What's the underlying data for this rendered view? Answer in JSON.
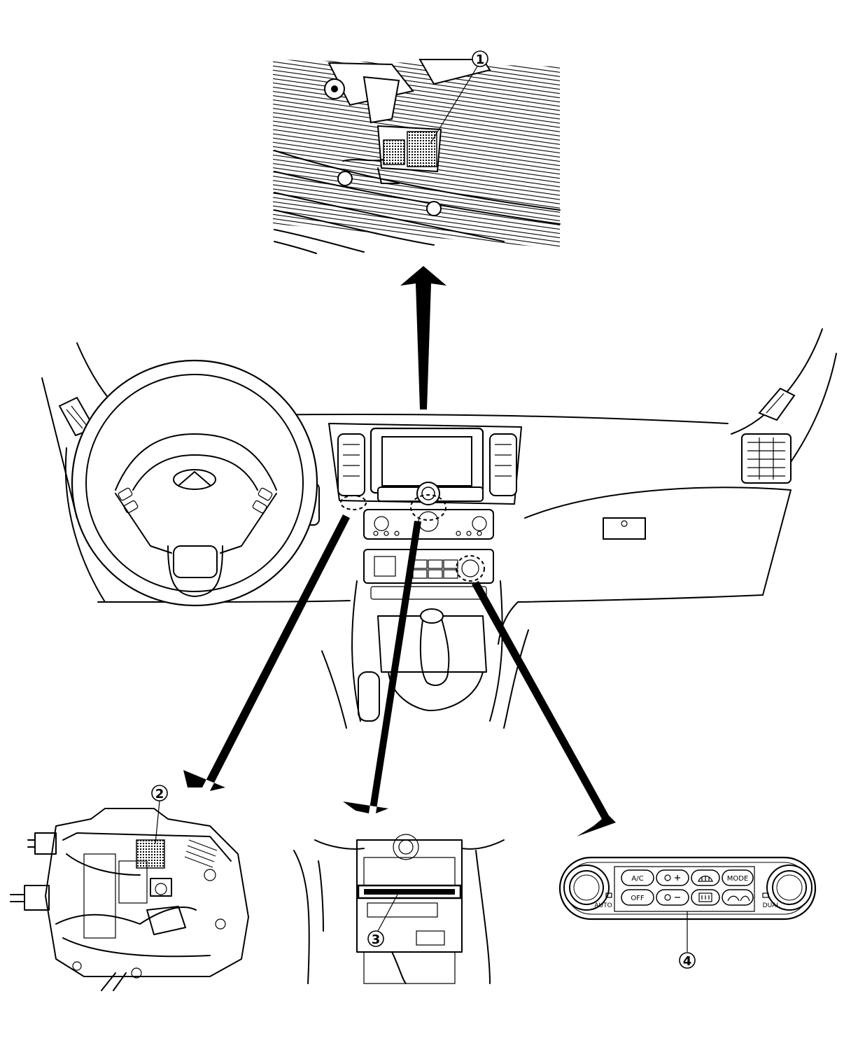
{
  "callouts": {
    "c1": "1",
    "c2": "2",
    "c3": "3",
    "c4": "4"
  },
  "control_panel": {
    "buttons": {
      "ac": "A/C",
      "off": "OFF",
      "mode": "MODE"
    },
    "labels": {
      "auto": "AUTO",
      "dual": "DUAL"
    }
  },
  "icons": [
    "fan-up-icon",
    "fan-down-icon",
    "front-defrost-icon",
    "rear-defrost-icon",
    "recirculation-icon",
    "infiniti-logo-icon"
  ]
}
